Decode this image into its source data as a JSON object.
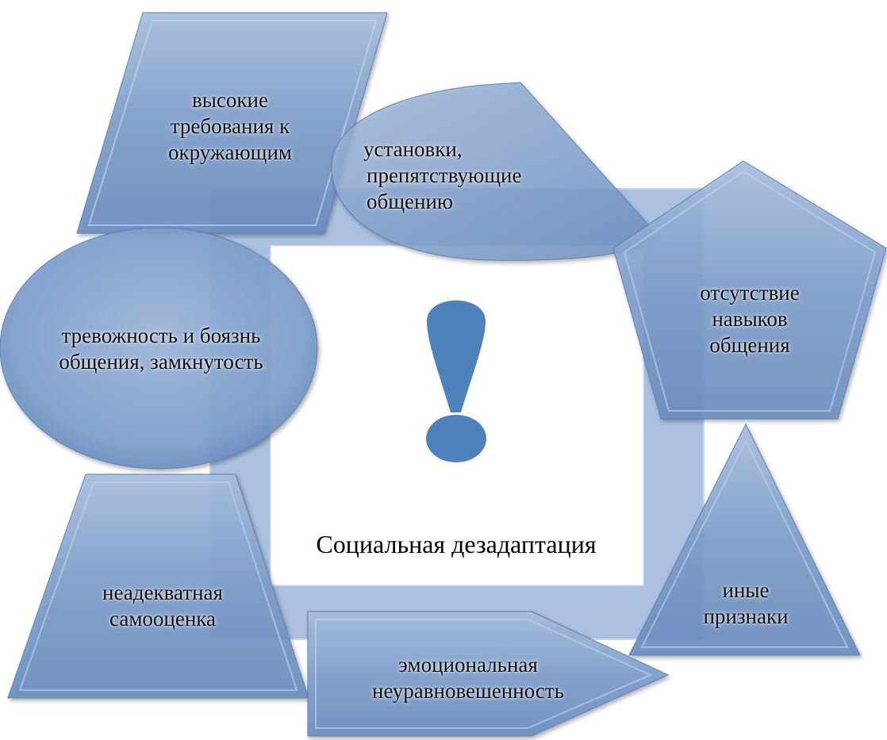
{
  "center": {
    "title": "Социальная дезадаптация",
    "icon": "exclamation-icon"
  },
  "nodes": {
    "high_demands": {
      "shape": "parallelogram",
      "lines": [
        "высокие",
        "требования к",
        "окружающим"
      ]
    },
    "attitudes": {
      "shape": "teardrop",
      "lines": [
        "установки,",
        "препятствующие",
        "общению"
      ]
    },
    "no_skills": {
      "shape": "pentagon",
      "lines": [
        "отсутствие",
        "навыков",
        "общения"
      ]
    },
    "anxiety": {
      "shape": "ellipse",
      "lines": [
        "тревожность и боязнь",
        "общения, замкнутость"
      ]
    },
    "self_esteem": {
      "shape": "trapezoid",
      "lines": [
        "неадекватная",
        "самооценка"
      ]
    },
    "other": {
      "shape": "triangle",
      "lines": [
        "иные",
        "признаки"
      ]
    },
    "emotional": {
      "shape": "pentagon-arrow",
      "lines": [
        "эмоциональная",
        "неуравновешенность"
      ]
    }
  },
  "colors": {
    "shape_fill": "#7b9cc8",
    "shape_dark": "#5a7fb2",
    "shape_light": "#a9c0de",
    "frame": "#7f9ed0",
    "exclamation": "#4f81bd"
  }
}
